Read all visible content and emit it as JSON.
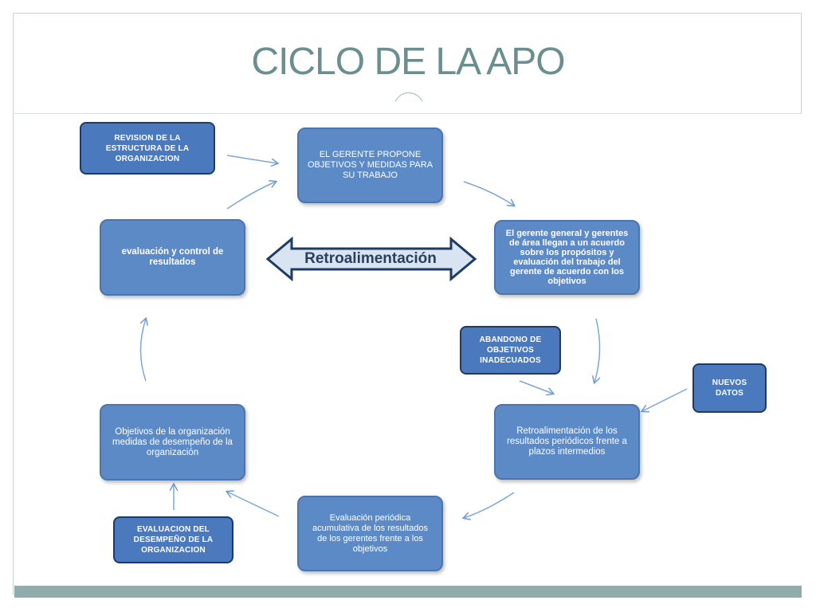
{
  "slide": {
    "title": "CICLO DE LA APO"
  },
  "diagram": {
    "nodes": [
      {
        "id": "revision",
        "label": "REVISION DE LA ESTRUCTURA DE LA ORGANIZACION"
      },
      {
        "id": "gerente-propone",
        "label": "EL GERENTE PROPONE OBJETIVOS Y MEDIDAS PARA SU TRABAJO"
      },
      {
        "id": "acuerdo",
        "label": "El gerente general y gerentes de área llegan a un acuerdo sobre los propósitos y evaluación del trabajo del gerente de acuerdo con los objetivos"
      },
      {
        "id": "evaluacion-control",
        "label": "evaluación y control de resultados"
      },
      {
        "id": "abandono",
        "label": "ABANDONO DE OBJETIVOS INADECUADOS"
      },
      {
        "id": "nuevos-datos",
        "label": "NUEVOS DATOS"
      },
      {
        "id": "retro-resultados",
        "label": "Retroalimentación de los resultados periódicos frente a plazos intermedios"
      },
      {
        "id": "objetivos-org",
        "label": "Objetivos de la organización medidas de desempeño de la organización"
      },
      {
        "id": "evaluacion-periodica",
        "label": "Evaluación periódica acumulativa de los resultados de los gerentes frente a los objetivos"
      },
      {
        "id": "evaluacion-desempeno",
        "label": "EVALUACION DEL DESEMPEÑO DE LA ORGANIZACION"
      }
    ],
    "feedback_arrow_label": "Retroalimentación",
    "colors": {
      "box_fill": "#5b8ac7",
      "box_border": "#4a76ad",
      "dark_box_border": "#1f3b63",
      "arrow": "#6f9bd1",
      "title": "#6b8e8f",
      "bottom_bar": "#8fadad"
    }
  }
}
